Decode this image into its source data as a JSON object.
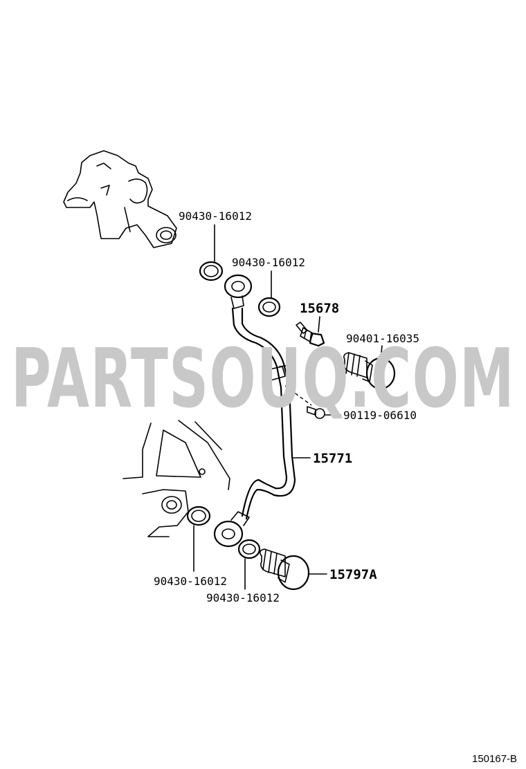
{
  "watermark": "PARTSOUQ.COM",
  "diagram_code": "150167-B",
  "callouts": {
    "gasket_top_left": "90430-16012",
    "gasket_top_right": "90430-16012",
    "switch": "15678",
    "union_bolt_top": "90401-16035",
    "clamp_bolt": "90119-06610",
    "pipe": "15771",
    "gasket_bottom_left": "90430-16012",
    "gasket_bottom_right": "90430-16012",
    "union_bolt_bottom": "15797A"
  }
}
